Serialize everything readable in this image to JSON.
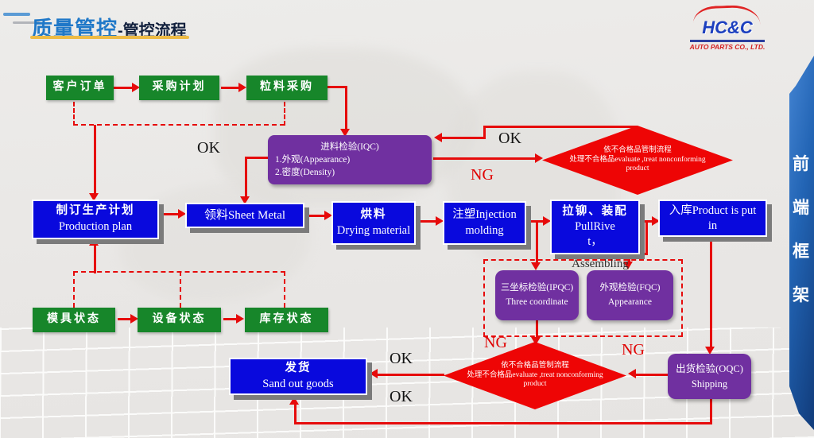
{
  "header": {
    "title_main": "质量管控",
    "title_sub": "-管控流程",
    "logo": {
      "name": "HC&C",
      "subtitle": "AUTO PARTS CO., LTD."
    }
  },
  "sidebar": {
    "chars": [
      "前",
      "端",
      "框",
      "架"
    ]
  },
  "nodes": {
    "customer_order": {
      "label": "客户订单"
    },
    "purchase_plan": {
      "label": "采购计划"
    },
    "pellet_purchase": {
      "label": "粒料采购"
    },
    "iqc": {
      "title": "进料检验(IQC)",
      "items": [
        "1.外观(Appearance)",
        "2.密度(Density)"
      ]
    },
    "nonconforming_top": {
      "lines": [
        "依不合格品管制流程",
        "处理不合格品evaluate ,treat nonconforming",
        "product"
      ]
    },
    "production_plan": {
      "lines": [
        "制订生产计划",
        "Production plan"
      ]
    },
    "sheet_metal": {
      "label": "领料Sheet Metal"
    },
    "drying": {
      "lines": [
        "烘料",
        "Drying material"
      ]
    },
    "injection": {
      "lines": [
        "注塑Injection",
        "molding"
      ]
    },
    "pullrivet": {
      "lines": [
        "拉铆、装配",
        "PullRive",
        "t，"
      ]
    },
    "warehouse": {
      "lines": [
        "入库Product is put",
        "in"
      ]
    },
    "assembling": "Assembling",
    "ipqc": {
      "lines": [
        "三坐标检验(IPQC)",
        "Three coordinate"
      ]
    },
    "fqc": {
      "lines": [
        "外观检验(FQC)",
        "Appearance"
      ]
    },
    "mold_status": {
      "label": "模具状态"
    },
    "equipment_status": {
      "label": "设备状态"
    },
    "inventory_status": {
      "label": "库存状态"
    },
    "ship_goods": {
      "lines": [
        "发货",
        "Sand out goods"
      ]
    },
    "nonconforming_bottom": {
      "lines": [
        "依不合格品管制流程",
        "处理不合格品evaluate ,treat nonconforming",
        "product"
      ]
    },
    "oqc": {
      "lines": [
        "出货检验(OQC)",
        "Shipping"
      ]
    }
  },
  "labels": {
    "ok": [
      "OK",
      "OK",
      "OK",
      "OK"
    ],
    "ng": [
      "NG",
      "NG",
      "NG"
    ]
  },
  "colors": {
    "line_red": "#e60b0b",
    "node_green": "#17862a",
    "node_blue": "#0909dd",
    "node_purple": "#7030a0",
    "diamond_red": "#ee0505",
    "title_blue": "#1f78c8",
    "title_underline": "#eebb45",
    "sidebar_blue": "#2264b4"
  }
}
